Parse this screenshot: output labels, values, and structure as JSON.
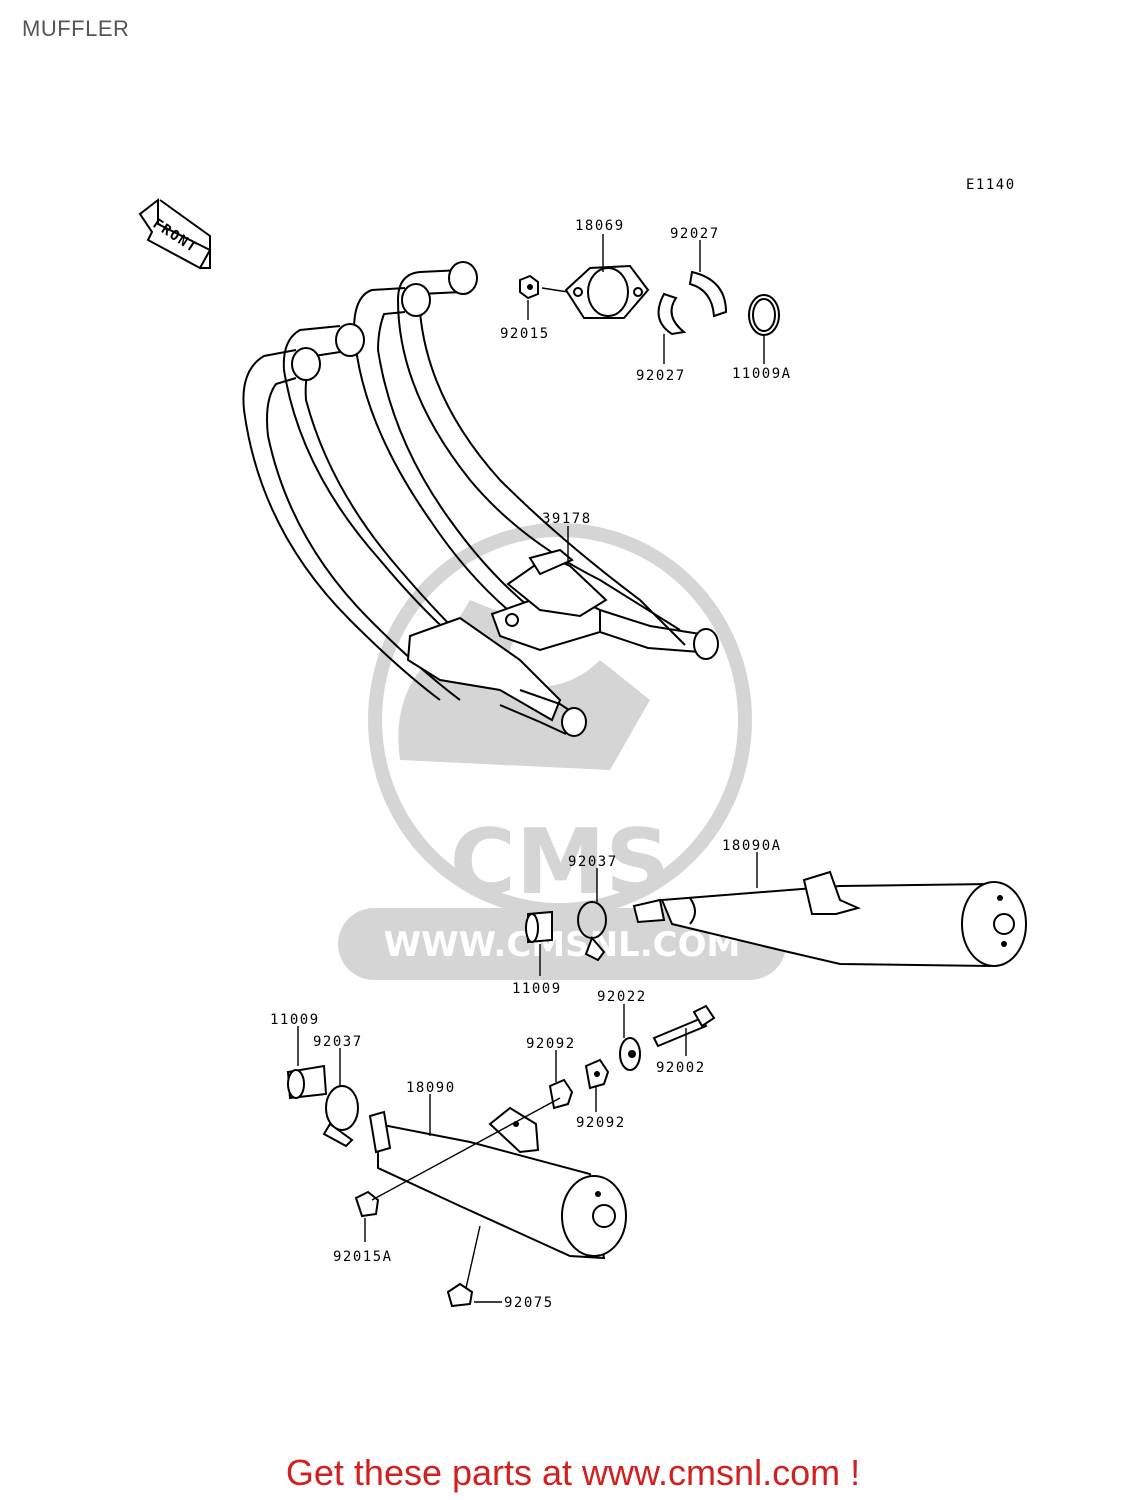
{
  "page": {
    "title": "MUFFLER"
  },
  "diagram": {
    "code": "E1140",
    "front_label": "FRONT",
    "watermark": {
      "logo_text": "CMS",
      "url_text": "WWW.CMSNL.COM"
    },
    "parts": [
      {
        "id": "p18069",
        "number": "18069"
      },
      {
        "id": "p92027a",
        "number": "92027"
      },
      {
        "id": "p92015",
        "number": "92015"
      },
      {
        "id": "p92027b",
        "number": "92027"
      },
      {
        "id": "p11009A",
        "number": "11009A"
      },
      {
        "id": "p39178",
        "number": "39178"
      },
      {
        "id": "p92037a",
        "number": "92037"
      },
      {
        "id": "p18090A",
        "number": "18090A"
      },
      {
        "id": "p11009a",
        "number": "11009"
      },
      {
        "id": "p92022",
        "number": "92022"
      },
      {
        "id": "p11009b",
        "number": "11009"
      },
      {
        "id": "p92037b",
        "number": "92037"
      },
      {
        "id": "p92092a",
        "number": "92092"
      },
      {
        "id": "p92002",
        "number": "92002"
      },
      {
        "id": "p18090",
        "number": "18090"
      },
      {
        "id": "p92092b",
        "number": "92092"
      },
      {
        "id": "p92015A",
        "number": "92015A"
      },
      {
        "id": "p92075",
        "number": "92075"
      }
    ]
  },
  "footer": {
    "text": "Get these parts at www.cmsnl.com !",
    "color": "#d21f1f"
  }
}
